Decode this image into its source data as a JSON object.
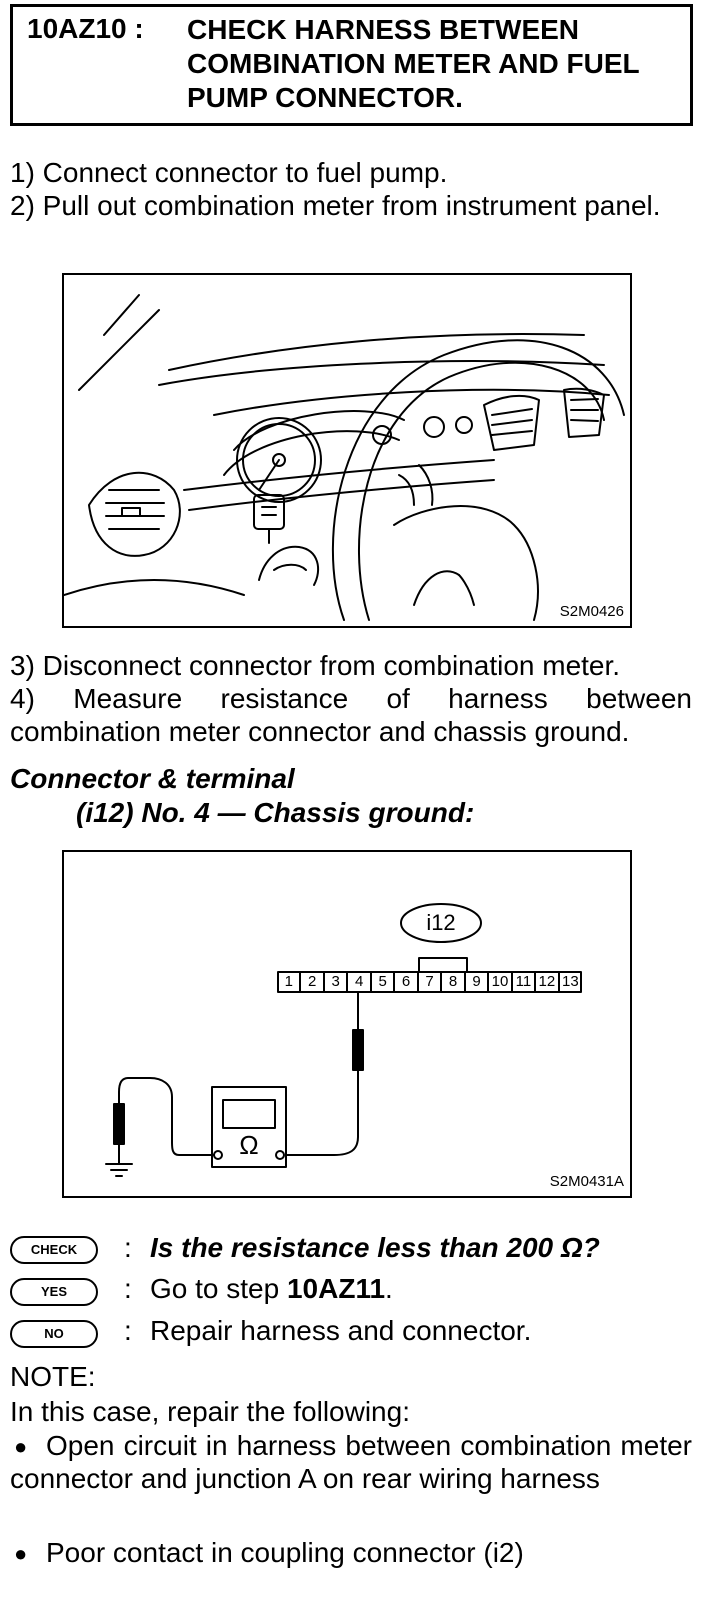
{
  "step": {
    "code": "10AZ10 :",
    "title": "CHECK HARNESS BETWEEN COMBINATION METER AND FUEL PUMP CONNECTOR."
  },
  "instructions": [
    "1)  Connect connector to fuel pump.",
    "2)  Pull out combination meter from instrument panel.",
    "3)  Disconnect connector from combination meter.",
    "4)  Measure resistance of harness between combination meter connector and chassis ground."
  ],
  "figures": {
    "dashboard": {
      "label": "S2M0426"
    },
    "connector": {
      "label": "S2M0431A",
      "connector_id": "i12",
      "terminals": [
        "1",
        "2",
        "3",
        "4",
        "5",
        "6",
        "7",
        "8",
        "9",
        "10",
        "11",
        "12",
        "13"
      ],
      "ohm_symbol": "Ω"
    }
  },
  "condition": {
    "heading": "Connector & terminal",
    "detail": "(i12) No. 4 — Chassis ground:"
  },
  "checks": {
    "check": {
      "badge": "CHECK",
      "colon": ":",
      "text": "Is the resistance less than 200 Ω?"
    },
    "yes": {
      "badge": "YES",
      "colon": ":",
      "prefix": "Go to step ",
      "step": "10AZ11",
      "suffix": "."
    },
    "no": {
      "badge": "NO",
      "colon": ":",
      "text": "Repair harness and connector."
    }
  },
  "note": {
    "label": "NOTE:",
    "intro": "In this case, repair the following:",
    "items": [
      "Open circuit in harness between combination meter connector and junction A on rear wiring harness",
      "Poor contact in coupling connector (i2)"
    ]
  }
}
